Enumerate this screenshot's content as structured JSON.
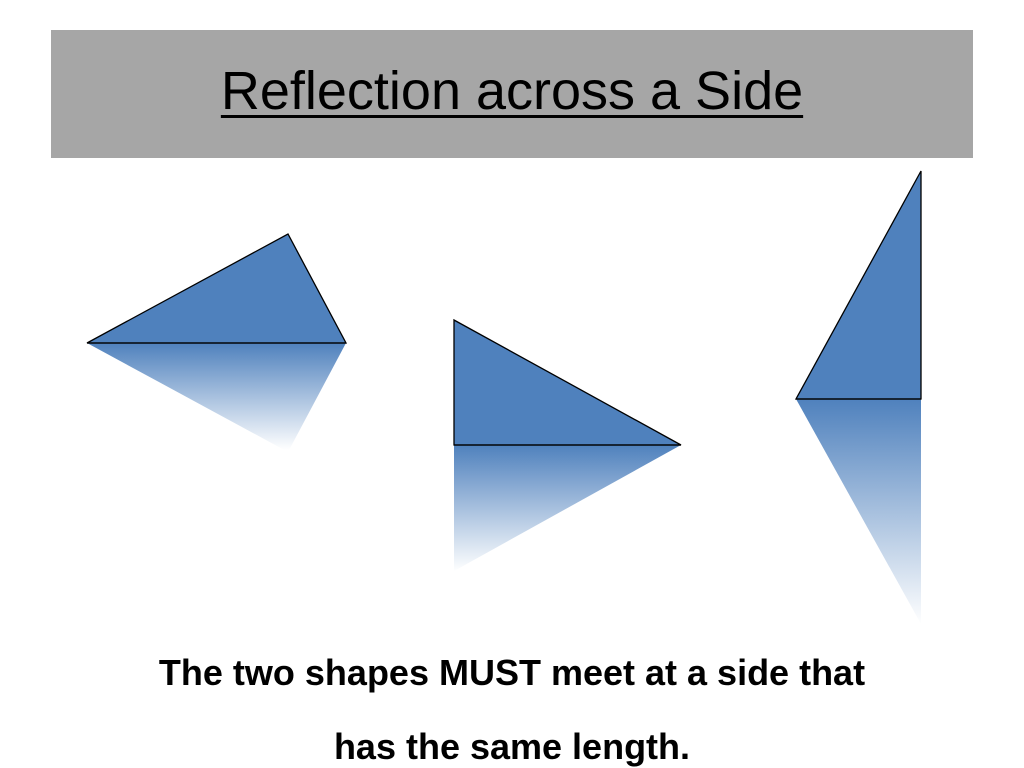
{
  "slide": {
    "title": "Reflection across a Side",
    "caption_lines": [
      "The two shapes MUST meet at a side that",
      "has the same length."
    ]
  },
  "colors": {
    "title_band": "#a6a6a6",
    "shape_fill": "#4f81bd",
    "reflection_fade_to": "#ffffff",
    "outline": "#000000"
  },
  "figures": [
    {
      "name": "example-1",
      "reflection": "downward"
    },
    {
      "name": "example-2",
      "reflection": "downward"
    },
    {
      "name": "example-3",
      "reflection": "downward"
    }
  ]
}
